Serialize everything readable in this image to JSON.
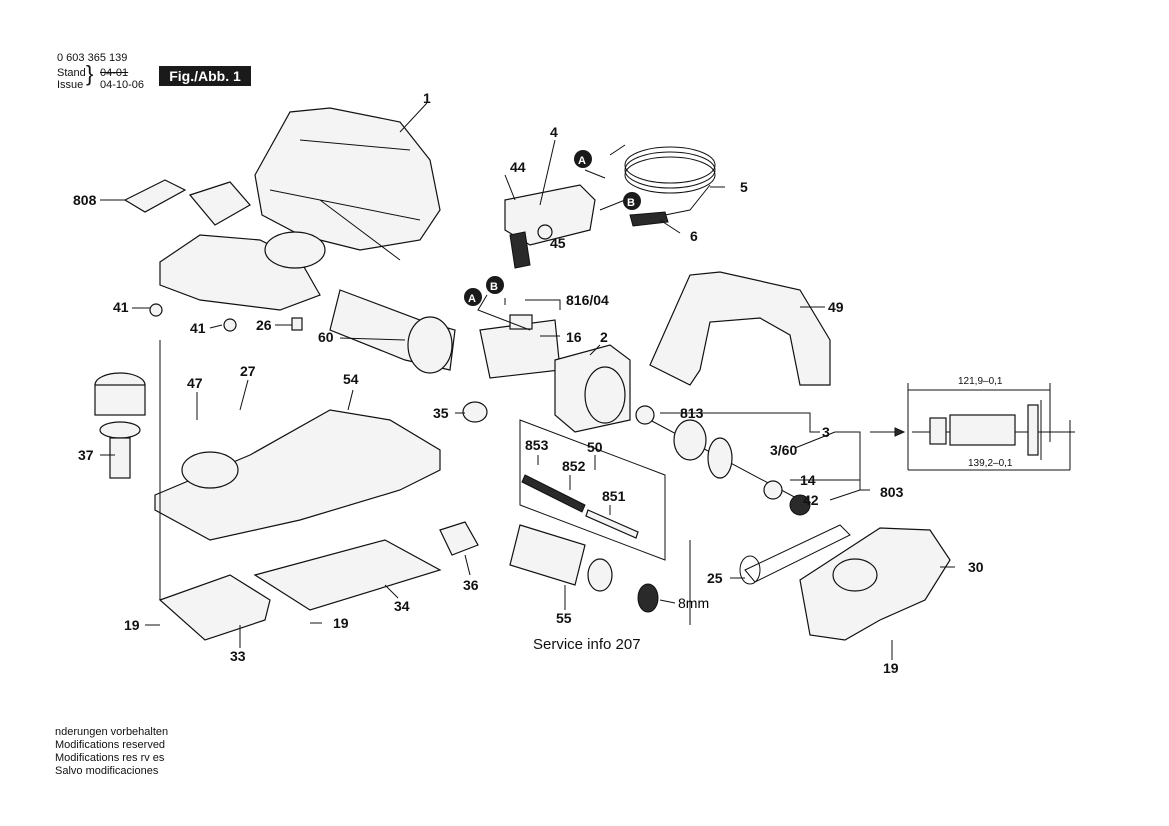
{
  "header": {
    "part_number": "0 603 365 139",
    "stand_label": "Stand",
    "issue_label": "Issue",
    "stand_date": "04-01",
    "issue_date": "04-10-06",
    "figure_label": "Fig./Abb. 1"
  },
  "labels": {
    "p1": "1",
    "p4": "4",
    "p44": "44",
    "pA1": "A",
    "pB1": "B",
    "p5": "5",
    "p6": "6",
    "p45": "45",
    "p808": "808",
    "p41a": "41",
    "p41b": "41",
    "p26": "26",
    "p60": "60",
    "pA2": "A",
    "pB2": "B",
    "p816": "816/04",
    "p16": "16",
    "p2": "2",
    "p49": "49",
    "p47": "47",
    "p27": "27",
    "p54": "54",
    "p35": "35",
    "p37": "37",
    "p813": "813",
    "p3": "3",
    "p360": "3/60",
    "p14": "14",
    "p42": "42",
    "p803": "803",
    "p853": "853",
    "p50": "50",
    "p852": "852",
    "p851": "851",
    "p30": "30",
    "p25": "25",
    "p8mm": "8mm",
    "p55": "55",
    "p36": "36",
    "p34": "34",
    "p19a": "19",
    "p19b": "19",
    "p19c": "19",
    "p33": "33"
  },
  "dimensions": {
    "top": "121,9–0,1",
    "bottom": "139,2–0,1"
  },
  "service_info": "Service info 207",
  "footer": [
    " nderungen vorbehalten",
    "Modifications reserved",
    "Modifications res rv es",
    "Salvo modificaciones"
  ]
}
